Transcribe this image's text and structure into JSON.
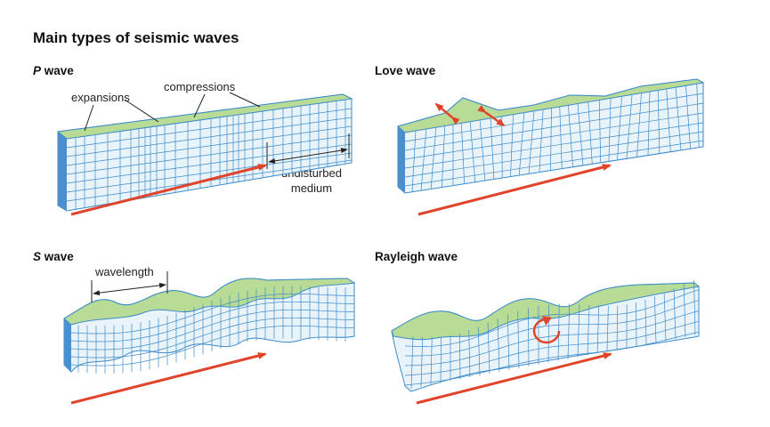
{
  "title": "Main types of seismic waves",
  "panels": {
    "p_wave": {
      "title_letter": "P",
      "title_rest": " wave",
      "labels": {
        "expansions": "expansions",
        "compressions": "compressions",
        "undisturbed": "undisturbed",
        "medium": "medium"
      }
    },
    "love_wave": {
      "title": "Love wave"
    },
    "s_wave": {
      "title_letter": "S",
      "title_rest": " wave",
      "labels": {
        "wavelength": "wavelength"
      }
    },
    "rayleigh_wave": {
      "title": "Rayleigh wave"
    }
  },
  "colors": {
    "top": "#b8dc96",
    "front": "#e9f3fa",
    "grid": "#3d8bc8",
    "end": "#4a90d0",
    "arrow": "#e0442a"
  },
  "icons": {
    "propagation": "arrow-right-icon",
    "particle_motion": "circular-arrow-icon",
    "shear": "double-arrow-icon"
  }
}
